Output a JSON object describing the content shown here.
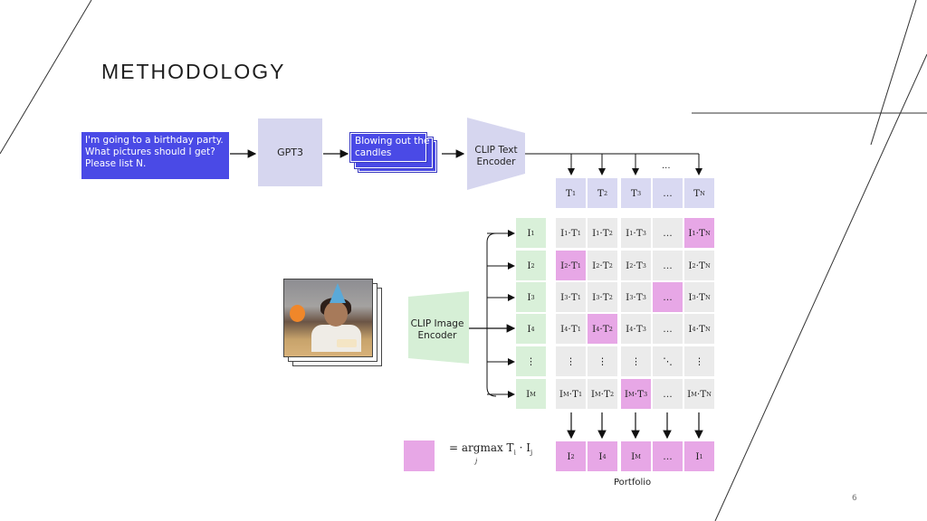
{
  "slide": {
    "title": "METHODOLOGY",
    "page_number": "6"
  },
  "pipeline": {
    "prompt_lines": [
      "I'm going to a birthday party.",
      "What pictures should I get?",
      "Please list N."
    ],
    "gpt_label": "GPT3",
    "output_lines": [
      "Blowing out the",
      "candles"
    ],
    "text_encoder_lines": [
      "CLIP Text",
      "Encoder"
    ],
    "image_encoder_lines": [
      "CLIP Image",
      "Encoder"
    ],
    "top_ellipsis": "..."
  },
  "matrix": {
    "text_headers": [
      [
        "T",
        "1"
      ],
      [
        "T",
        "2"
      ],
      [
        "T",
        "3"
      ],
      [
        "…",
        ""
      ],
      [
        "T",
        "N"
      ]
    ],
    "image_headers": [
      [
        "I",
        "1"
      ],
      [
        "I",
        "2"
      ],
      [
        "I",
        "3"
      ],
      [
        "I",
        "4"
      ],
      [
        "⋮",
        ""
      ],
      [
        "I",
        "M"
      ]
    ],
    "rows": [
      [
        [
          "I",
          "1",
          "T",
          "1"
        ],
        [
          "I",
          "1",
          "T",
          "2"
        ],
        [
          "I",
          "1",
          "T",
          "3"
        ],
        [
          "…"
        ],
        [
          "I",
          "1",
          "T",
          "N"
        ]
      ],
      [
        [
          "I",
          "2",
          "T",
          "1"
        ],
        [
          "I",
          "2",
          "T",
          "2"
        ],
        [
          "I",
          "2",
          "T",
          "3"
        ],
        [
          "…"
        ],
        [
          "I",
          "2",
          "T",
          "N"
        ]
      ],
      [
        [
          "I",
          "3",
          "T",
          "1"
        ],
        [
          "I",
          "3",
          "T",
          "2"
        ],
        [
          "I",
          "3",
          "T",
          "3"
        ],
        [
          "…"
        ],
        [
          "I",
          "3",
          "T",
          "N"
        ]
      ],
      [
        [
          "I",
          "4",
          "T",
          "1"
        ],
        [
          "I",
          "4",
          "T",
          "2"
        ],
        [
          "I",
          "4",
          "T",
          "3"
        ],
        [
          "…"
        ],
        [
          "I",
          "4",
          "T",
          "N"
        ]
      ],
      [
        [
          "⋮"
        ],
        [
          "⋮"
        ],
        [
          "⋮"
        ],
        [
          "⋱"
        ],
        [
          "⋮"
        ]
      ],
      [
        [
          "I",
          "M",
          "T",
          "1"
        ],
        [
          "I",
          "M",
          "T",
          "2"
        ],
        [
          "I",
          "M",
          "T",
          "3"
        ],
        [
          "…"
        ],
        [
          "I",
          "M",
          "T",
          "N"
        ]
      ]
    ],
    "highlighted": [
      [
        0,
        4
      ],
      [
        1,
        0
      ],
      [
        2,
        3
      ],
      [
        3,
        1
      ],
      [
        5,
        2
      ]
    ],
    "highlight_color": "#e7a7e6"
  },
  "portfolio": {
    "items": [
      [
        "I",
        "2"
      ],
      [
        "I",
        "4"
      ],
      [
        "I",
        "M"
      ],
      [
        "…",
        ""
      ],
      [
        "I",
        "1"
      ]
    ],
    "label": "Portfolio"
  },
  "legend": {
    "formula": "= argmax T",
    "formula_tail": " · I",
    "sub_i": "i",
    "sub_j": "j",
    "under": "j"
  }
}
